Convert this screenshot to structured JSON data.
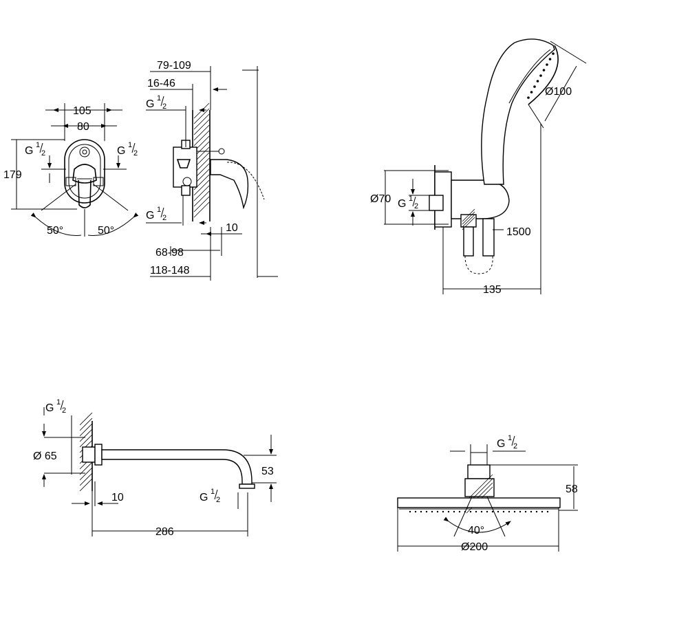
{
  "views": {
    "front_valve": {
      "width_outer": "105",
      "width_inner": "80",
      "height": "179",
      "thread_left": "G",
      "thread_right": "G",
      "frac_num": "1",
      "frac_den": "2",
      "angle_left": "50°",
      "angle_right": "50°"
    },
    "side_valve": {
      "depth_range_1": "79-109",
      "depth_range_2": "16-46",
      "thread_top": "G",
      "thread_bottom": "G",
      "frac_num": "1",
      "frac_den": "2",
      "offset": "10",
      "depth_range_3": "68-98",
      "depth_range_4": "118-148"
    },
    "hand_shower": {
      "head_diameter": "Ø100",
      "elbow_diameter": "Ø70",
      "thread": "G",
      "frac_num": "1",
      "frac_den": "2",
      "hose_length": "1500",
      "projection": "135"
    },
    "spout_arm": {
      "thread_top": "G",
      "flange_diameter": "Ø 65",
      "wall_offset": "10",
      "thread_outlet": "G",
      "frac_num": "1",
      "frac_den": "2",
      "drop": "53",
      "length": "286"
    },
    "head_shower": {
      "thread": "G",
      "frac_num": "1",
      "frac_den": "2",
      "height": "58",
      "spray_angle": "40°",
      "diameter": "Ø200"
    }
  }
}
